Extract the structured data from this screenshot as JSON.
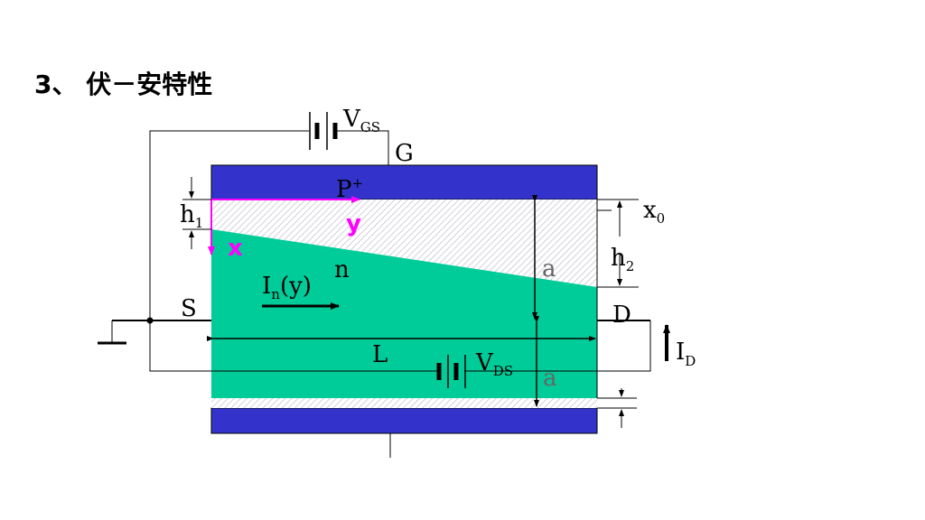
{
  "title": "3、 伏－安特性",
  "labels": {
    "vgs_main": "V",
    "vgs_sub": "GS",
    "gate": "G",
    "p_main": "P",
    "p_sup": "+",
    "h1_main": "h",
    "h1_sub": "1",
    "y_axis": "y",
    "x_axis": "x",
    "x0_main": "x",
    "x0_sub": "0",
    "n_region": "n",
    "a_upper": "a",
    "h2_main": "h",
    "h2_sub": "2",
    "in_main": "I",
    "in_sub": "n",
    "in_arg": "(y)",
    "source": "S",
    "drain": "D",
    "id_main": "I",
    "id_sub": "D",
    "length": "L",
    "vds_main": "V",
    "vds_sub": "DS",
    "a_lower": "a"
  },
  "colors": {
    "gate_blue": "#3333cc",
    "channel_green": "#00cc99",
    "axis_magenta": "#ff00ff",
    "depletion_hatch": "#b8b8c8"
  }
}
